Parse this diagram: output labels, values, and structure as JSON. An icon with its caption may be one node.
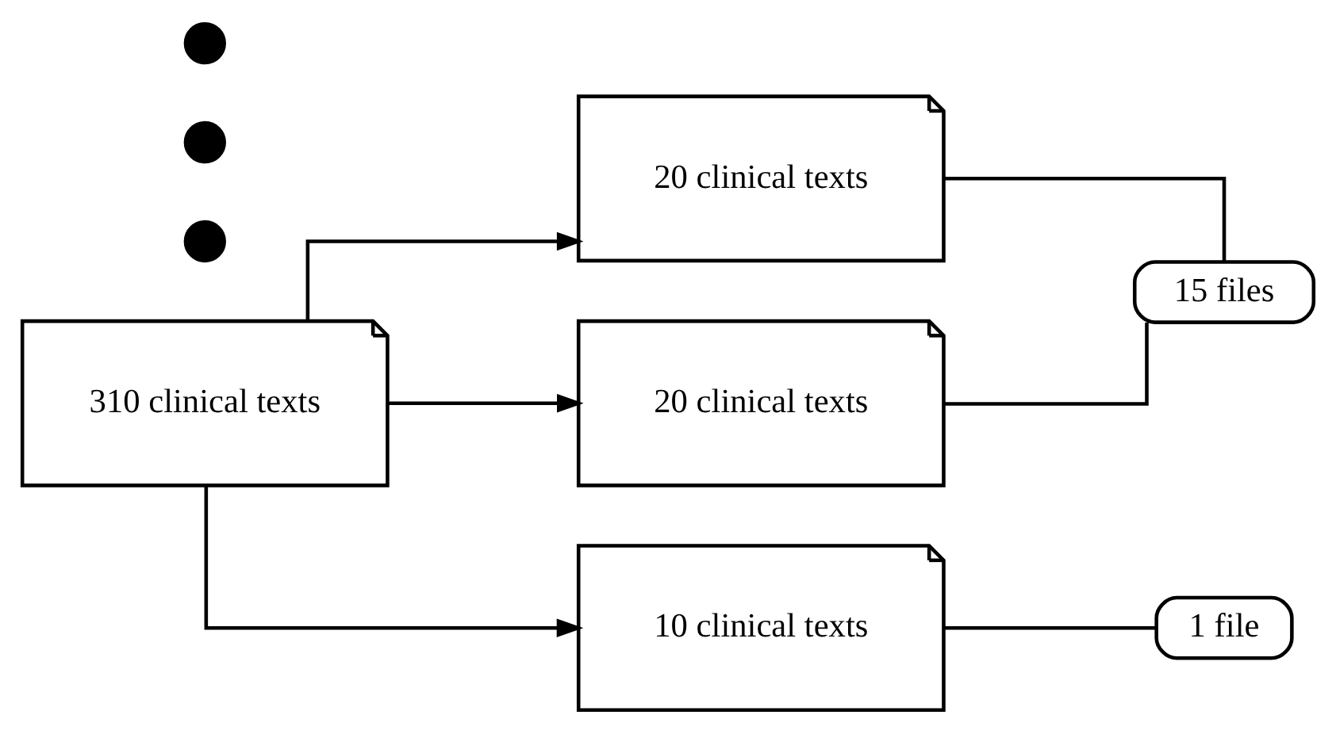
{
  "diagram": {
    "nodes": [
      {
        "text": [
          "310 clinical texts"
        ]
      },
      {
        "text": [
          "20 clinical texts"
        ]
      },
      {
        "text": [],
        "shape": "circle"
      },
      {
        "text": [],
        "shape": "circle"
      },
      {
        "text": [],
        "shape": "circle"
      },
      {
        "text": [
          "20 clinical texts"
        ]
      },
      {
        "text": [
          "15 files"
        ]
      },
      {
        "text": [
          "10 clinical texts"
        ]
      },
      {
        "text": [
          "1 file"
        ]
      }
    ],
    "edges": [
      {
        "from": 0,
        "to": 1,
        "arrow": "to"
      },
      {
        "from": 0,
        "to": 5,
        "arrow": "to"
      },
      {
        "from": 0,
        "to": 7,
        "arrow": "to"
      },
      {
        "from": 1,
        "to": 6,
        "arrow": "none"
      },
      {
        "from": 5,
        "to": 6,
        "arrow": "none"
      },
      {
        "from": 7,
        "to": 8,
        "arrow": "none"
      }
    ]
  }
}
